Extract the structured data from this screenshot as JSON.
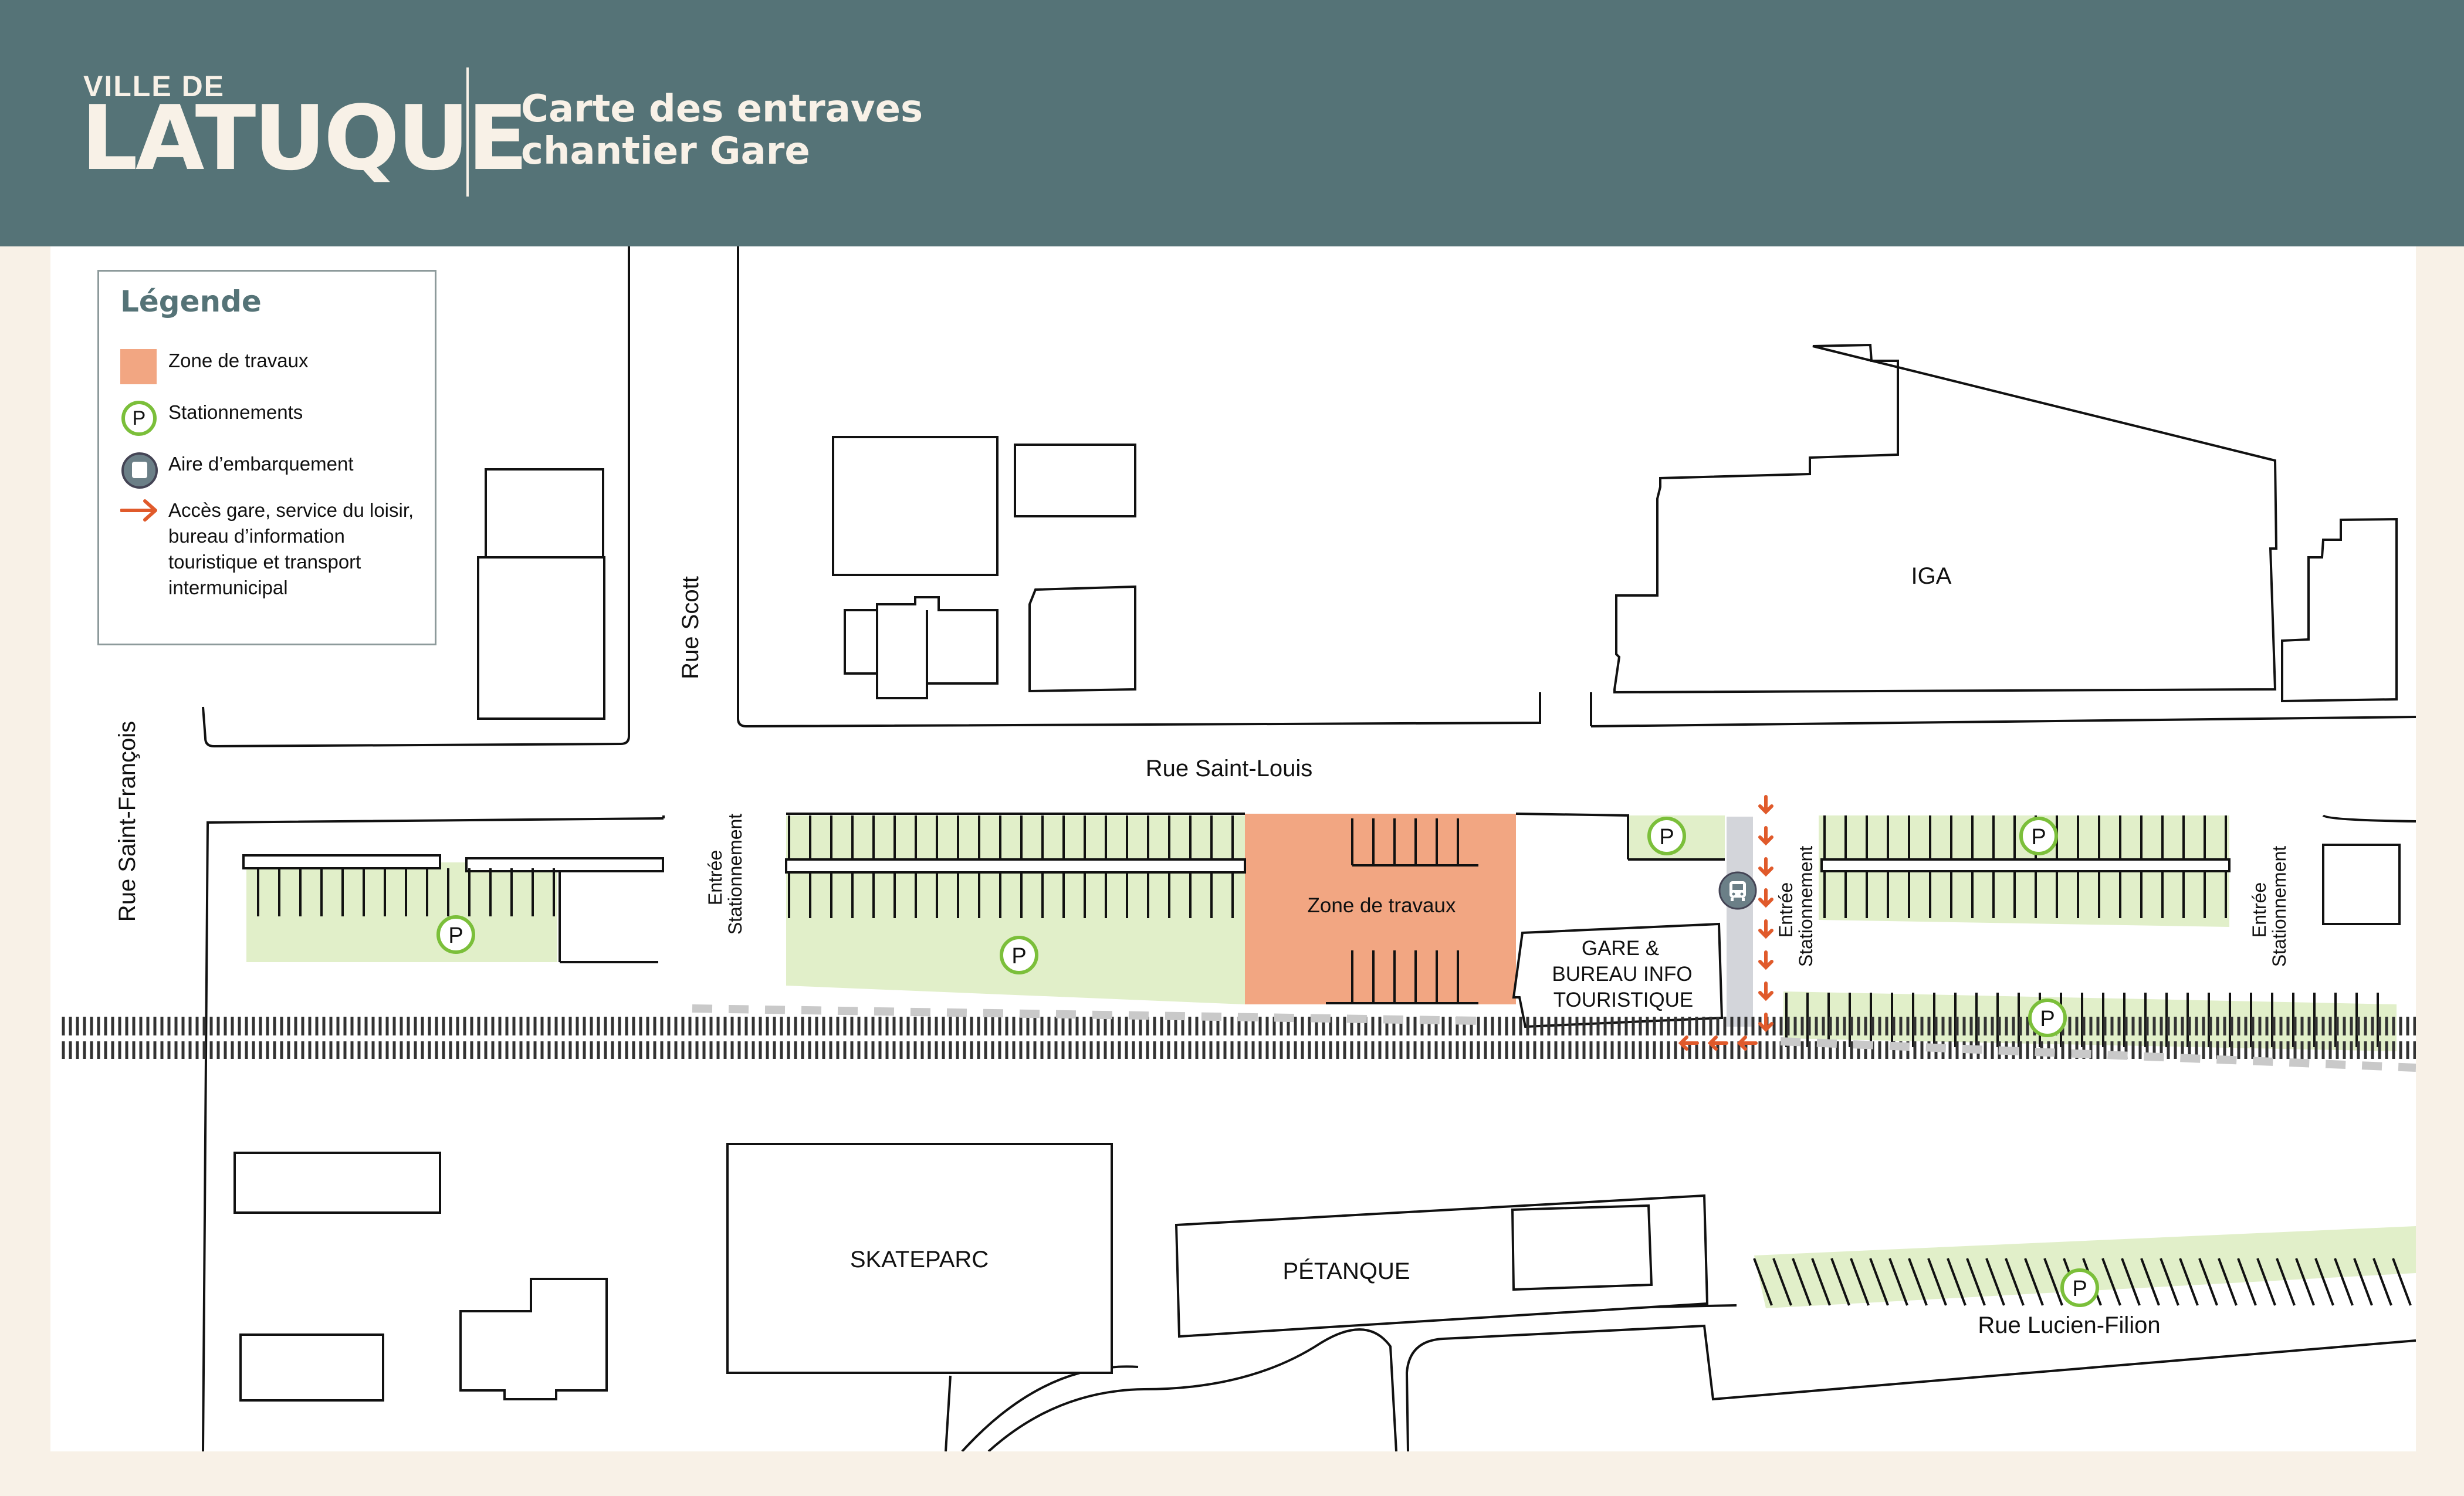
{
  "header": {
    "logo_line1": "VILLE DE",
    "logo_line2": "LATUQUE",
    "title_line1": "Carte des entraves",
    "title_line2": "chantier Gare"
  },
  "legend": {
    "title": "Légende",
    "items": [
      {
        "label": "Zone de travaux",
        "symbol": "work-zone-swatch"
      },
      {
        "label": "Stationnements",
        "symbol": "parking-icon"
      },
      {
        "label": "Aire d’embarquement",
        "symbol": "bus-icon"
      },
      {
        "label": "Accès gare, service du loisir, bureau d’information touristique et transport intermunicipal",
        "symbol": "orange-arrow-icon"
      }
    ]
  },
  "map": {
    "streets": {
      "saint_louis": "Rue Saint-Louis",
      "scott": "Rue Scott",
      "saint_francois": "Rue Saint-François",
      "lucien_filion": "Rue Lucien-Filion"
    },
    "buildings": {
      "iga": "IGA",
      "skateparc": "SKATEPARC",
      "petanque": "PÉTANQUE",
      "gare_line1": "GARE &",
      "gare_line2": "BUREAU INFO",
      "gare_line3": "TOURISTIQUE"
    },
    "work_zone_label": "Zone de travaux",
    "entrances": {
      "line1": "Entrée",
      "line2": "Stationnement"
    },
    "parking_symbol": "P"
  },
  "colors": {
    "header_bg": "#557377",
    "page_bg": "#f8f1e7",
    "parking_fill": "#e1efc9",
    "parking_ring": "#7bbf3a",
    "work_zone": "#f2a682",
    "arrow": "#e05a2b",
    "boarding_strip": "#d3d5da",
    "bus_icon": "#6b7f87"
  }
}
